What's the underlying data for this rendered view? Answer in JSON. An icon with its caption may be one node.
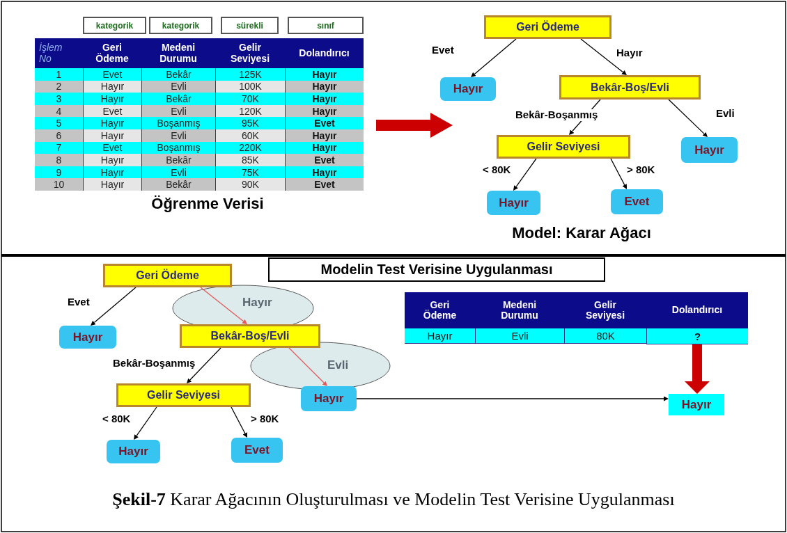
{
  "diagram": {
    "caption": "**Şekil-7** Karar Ağacının Oluşturulması ve Modelin Test Verisine Uygulanması",
    "nodes": [
      {
        "text": [
          "kategorik"
        ]
      },
      {
        "text": [
          "kategorik"
        ]
      },
      {
        "text": [
          "sürekli"
        ]
      },
      {
        "text": [
          "sınıf"
        ]
      },
      {
        "text": [
          "Geri Ödeme"
        ]
      },
      {
        "text": [
          "Hayır"
        ]
      },
      {
        "text": [
          "Bekâr-Boş/Evli"
        ]
      },
      {
        "text": [
          "Gelir Seviyesi"
        ]
      },
      {
        "text": [
          "Hayır"
        ]
      },
      {
        "text": [
          "Hayır"
        ]
      },
      {
        "text": [
          "Evet"
        ]
      },
      {
        "text": [
          "Modelin Test Verisine Uygulanması"
        ]
      },
      {
        "text": [
          "Geri Ödeme"
        ]
      },
      {
        "text": [
          "Hayır"
        ]
      },
      {
        "text": [
          "Bekâr-Boş/Evli"
        ]
      },
      {
        "text": [
          "Gelir Seviyesi"
        ]
      },
      {
        "text": [
          "Hayır"
        ]
      },
      {
        "text": [
          "Hayır"
        ]
      },
      {
        "text": [
          "Evet"
        ]
      },
      {
        "text": [
          "?"
        ]
      },
      {
        "text": [
          "Hayır"
        ]
      }
    ],
    "edges": [
      {
        "from": 4,
        "to": 5,
        "arrow": "to",
        "label": "Evet"
      },
      {
        "from": 4,
        "to": 6,
        "arrow": "to",
        "label": "Hayır"
      },
      {
        "from": 6,
        "to": 7,
        "arrow": "to",
        "label": "Bekâr-Boşanmış"
      },
      {
        "from": 6,
        "to": 8,
        "arrow": "to",
        "label": "Evli"
      },
      {
        "from": 7,
        "to": 9,
        "arrow": "to",
        "label": "< 80K"
      },
      {
        "from": 7,
        "to": 10,
        "arrow": "to",
        "label": "> 80K"
      },
      {
        "from": 12,
        "to": 13,
        "arrow": "to",
        "label": "Evet"
      },
      {
        "from": 12,
        "to": 14,
        "arrow": "to",
        "label": "Hayır",
        "color": "#e35a5a"
      },
      {
        "from": 14,
        "to": 15,
        "arrow": "to",
        "label": "Bekâr-Boşanmış"
      },
      {
        "from": 14,
        "to": 16,
        "arrow": "to",
        "label": "Evli",
        "color": "#e35a5a"
      },
      {
        "from": 15,
        "to": 17,
        "arrow": "to",
        "label": "< 80K"
      },
      {
        "from": 15,
        "to": 18,
        "arrow": "to",
        "label": "> 80K"
      },
      {
        "from": 16,
        "to": 20,
        "arrow": "to"
      },
      {
        "from": 19,
        "to": 20,
        "arrow": "to",
        "style": "thick",
        "color": "#cc0000"
      }
    ],
    "labels": [
      "İşlem No",
      "Geri Ödeme",
      "Medeni Durumu",
      "Gelir Seviyesi",
      "Dolandırıcı",
      "1",
      "Evet",
      "Bekâr",
      "125K",
      "Hayır",
      "2",
      "Hayır",
      "Evli",
      "100K",
      "Hayır",
      "3",
      "Hayır",
      "Bekâr",
      "70K",
      "Hayır",
      "4",
      "Evet",
      "Evli",
      "120K",
      "Hayır",
      "5",
      "Hayır",
      "Boşanmış",
      "95K",
      "Evet",
      "6",
      "Hayır",
      "Evli",
      "60K",
      "Hayır",
      "7",
      "Evet",
      "Boşanmış",
      "220K",
      "Hayır",
      "8",
      "Hayır",
      "Bekâr",
      "85K",
      "Evet",
      "9",
      "Hayır",
      "Evli",
      "75K",
      "Hayır",
      "10",
      "Hayır",
      "Bekâr",
      "90K",
      "Evet",
      "Öğrenme Verisi",
      "Model: Karar Ağacı",
      "Geri Ödeme",
      "Medeni Durumu",
      "Gelir Seviyesi",
      "Dolandırıcı",
      "Hayır",
      "Evli",
      "80K"
    ]
  }
}
